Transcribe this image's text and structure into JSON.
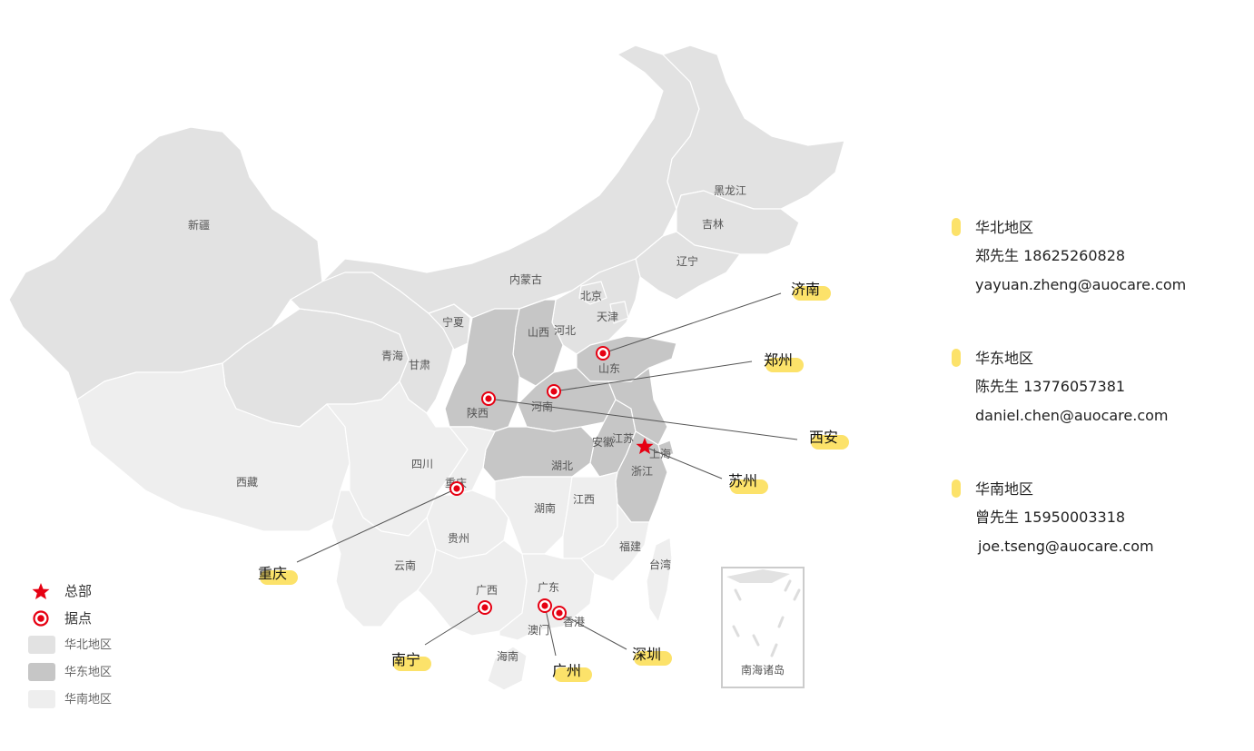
{
  "colors": {
    "north": "#e2e2e2",
    "east": "#c6c6c6",
    "south": "#eeeeee",
    "border": "#ffffff",
    "marker": "#e60012",
    "highlight": "#fce26a",
    "leader": "#555555"
  },
  "provinces": {
    "xinjiang": "新疆",
    "xizang": "西藏",
    "qinghai": "青海",
    "gansu": "甘肃",
    "ningxia": "宁夏",
    "neimenggu": "内蒙古",
    "heilongjiang": "黑龙江",
    "jilin": "吉林",
    "liaoning": "辽宁",
    "beijing": "北京",
    "tianjin": "天津",
    "hebei": "河北",
    "shanxi": "山西",
    "shandong": "山东",
    "henan": "河南",
    "shaanxi": "陕西",
    "sichuan": "四川",
    "chongqing": "重庆",
    "hubei": "湖北",
    "anhui": "安徽",
    "jiangsu": "江苏",
    "shanghai": "上海",
    "zhejiang": "浙江",
    "hunan": "湖南",
    "jiangxi": "江西",
    "guizhou": "贵州",
    "yunnan": "云南",
    "guangxi": "广西",
    "guangdong": "广东",
    "fujian": "福建",
    "taiwan": "台湾",
    "hainan": "海南",
    "aomen": "澳门",
    "xianggang": "香港",
    "nanhai": "南海诸岛"
  },
  "cities": {
    "jinan": "济南",
    "zhengzhou": "郑州",
    "xian": "西安",
    "suzhou": "苏州",
    "chongqing": "重庆",
    "nanning": "南宁",
    "guangzhou": "广州",
    "shenzhen": "深圳"
  },
  "contacts": [
    {
      "region": "华北地区",
      "person": "郑先生  18625260828",
      "email": "yayuan.zheng@auocare.com"
    },
    {
      "region": "华东地区",
      "person": "陈先生  13776057381",
      "email": "daniel.chen@auocare.com"
    },
    {
      "region": "华南地区",
      "person": "曾先生  15950003318",
      "email": "joe.tseng@auocare.com"
    }
  ],
  "legend": {
    "hq": "总部",
    "branch": "据点",
    "north": "华北地区",
    "east": "华东地区",
    "south": "华南地区"
  }
}
